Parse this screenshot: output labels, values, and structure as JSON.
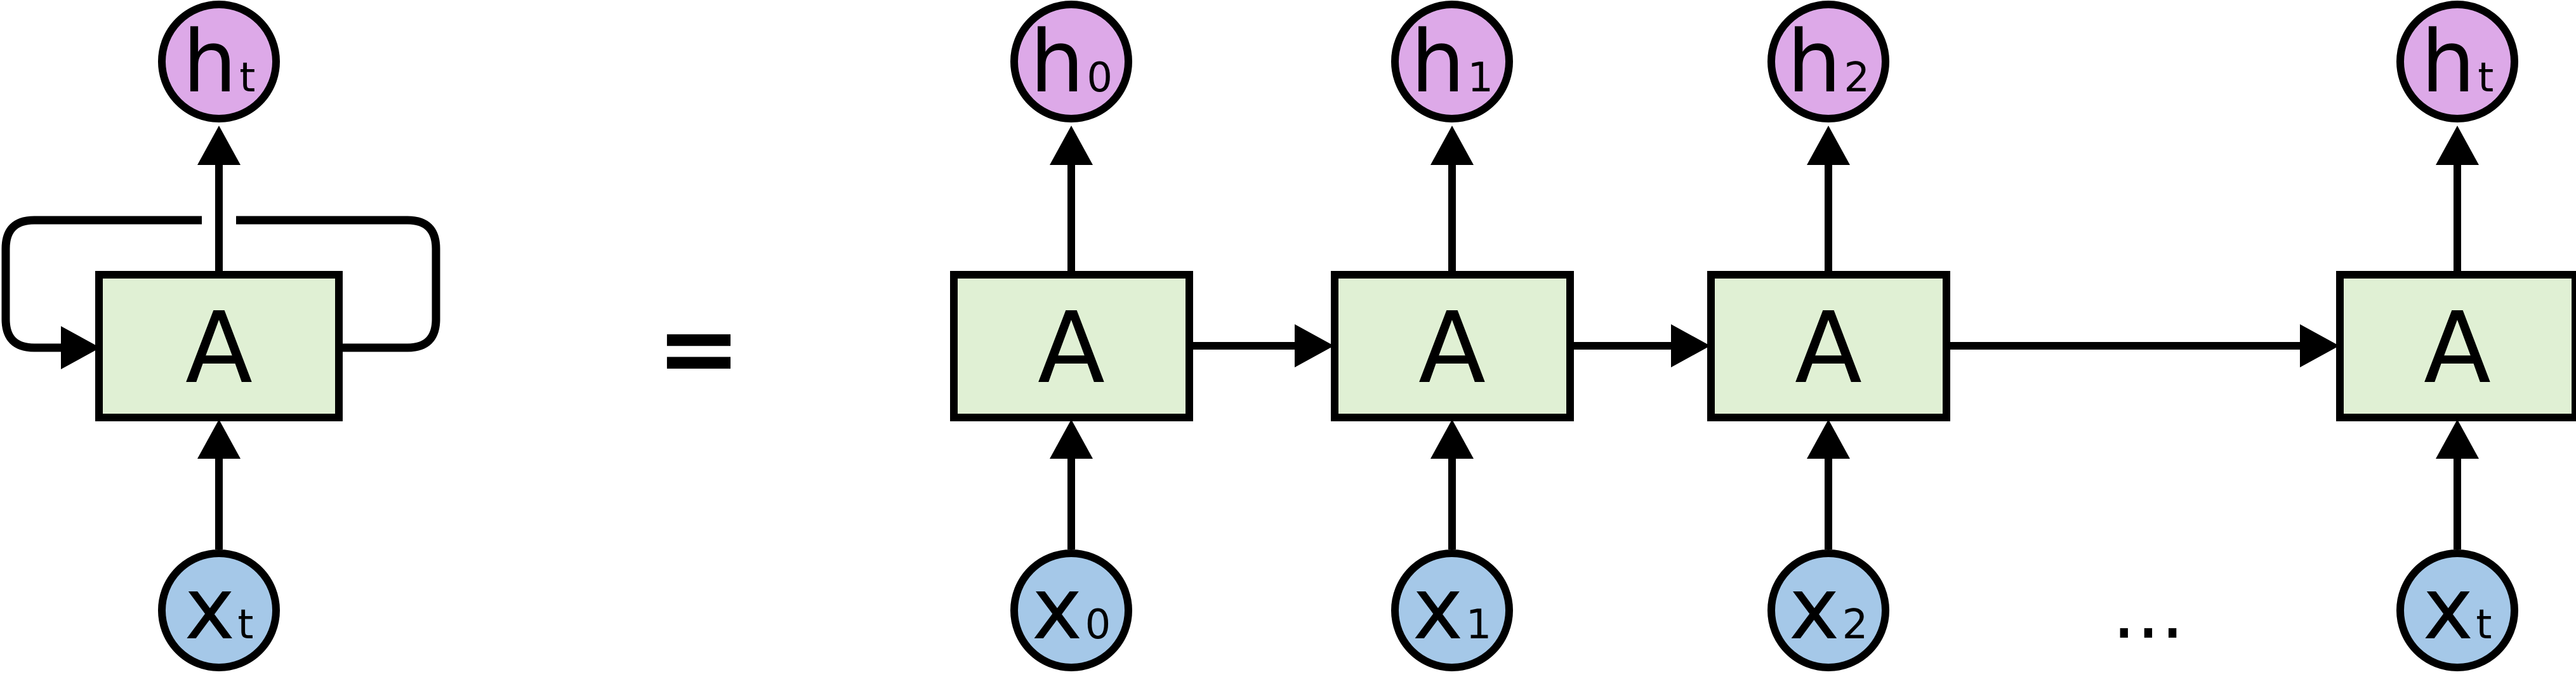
{
  "figure": {
    "type": "rnn-unrolled-diagram",
    "equals_sign": "=",
    "ellipsis": "...",
    "colors": {
      "cell_fill": "#e0f0d4",
      "hidden_state_fill": "#dda9e8",
      "input_fill": "#a5c8e8",
      "line": "#000000",
      "background": "#ffffff"
    },
    "rolled": {
      "cell_label": "A",
      "output_label": {
        "base": "h",
        "sub": "t"
      },
      "input_label": {
        "base": "x",
        "sub": "t"
      }
    },
    "unrolled": {
      "cells": [
        {
          "cell_label": "A",
          "output": {
            "base": "h",
            "sub": "0"
          },
          "input": {
            "base": "x",
            "sub": "0"
          }
        },
        {
          "cell_label": "A",
          "output": {
            "base": "h",
            "sub": "1"
          },
          "input": {
            "base": "x",
            "sub": "1"
          }
        },
        {
          "cell_label": "A",
          "output": {
            "base": "h",
            "sub": "2"
          },
          "input": {
            "base": "x",
            "sub": "2"
          }
        },
        {
          "cell_label": "A",
          "output": {
            "base": "h",
            "sub": "t"
          },
          "input": {
            "base": "x",
            "sub": "t"
          }
        }
      ]
    }
  }
}
